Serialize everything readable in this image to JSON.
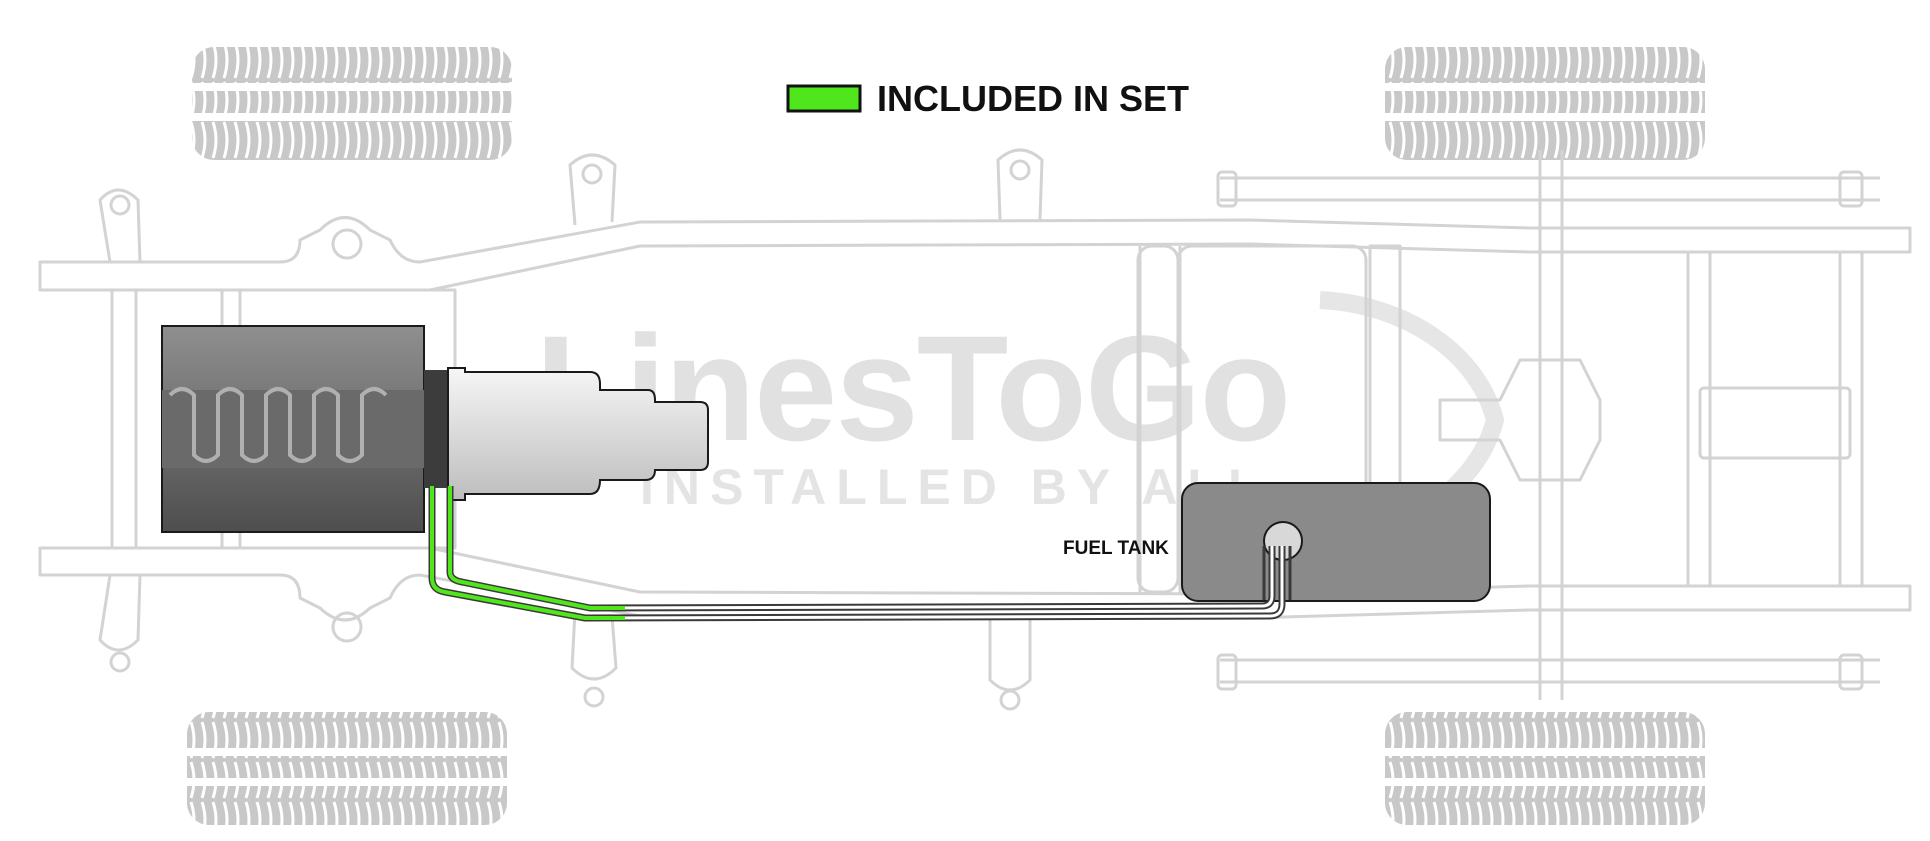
{
  "legend": {
    "label": "INCLUDED IN SET",
    "swatch_color": "#4fe71c"
  },
  "labels": {
    "fuel_tank": "FUEL TANK"
  },
  "watermark": {
    "brand": "LinesToGo",
    "tagline": "INSTALLED BY ALL"
  },
  "colors": {
    "frame_outline": "#d3d3d3",
    "tire": "#c8c8c8",
    "engine_dark": "#5a5a5a",
    "transmission": "#e2e2e2",
    "fuel_tank": "#8a8a8a",
    "line_dark": "#3a3a3a",
    "line_included": "#4fe71c"
  },
  "icons": [
    "tire-icon",
    "engine-icon",
    "transmission-icon",
    "fuel-tank-icon",
    "fuel-sender-icon"
  ]
}
